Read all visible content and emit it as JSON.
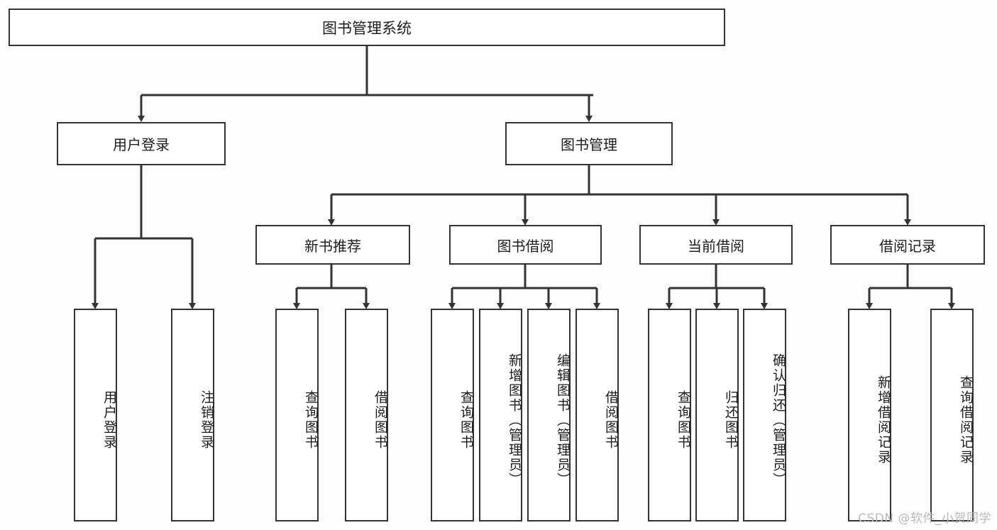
{
  "diagram": {
    "title": "图书管理系统",
    "type": "tree-hierarchy-diagram",
    "colors": {
      "background": "#fdfdfd",
      "node_fill": "#ffffff",
      "stroke": "#333333",
      "text": "#1c1c1c",
      "watermark": "#b9b9b9"
    },
    "root": {
      "label": "图书管理系统"
    },
    "level2": [
      {
        "label": "用户登录"
      },
      {
        "label": "图书管理"
      }
    ],
    "level3": [
      {
        "label": "新书推荐"
      },
      {
        "label": "图书借阅"
      },
      {
        "label": "当前借阅"
      },
      {
        "label": "借阅记录"
      }
    ],
    "leaves": {
      "user_login": [
        {
          "label": "用户登录"
        },
        {
          "label": "注销登录"
        }
      ],
      "new_book_recommend": [
        {
          "label": "查询图书"
        },
        {
          "label": "借阅图书"
        }
      ],
      "book_borrow": [
        {
          "label": "查询图书"
        },
        {
          "label": "新增图书（管理员）"
        },
        {
          "label": "编辑图书（管理员）"
        },
        {
          "label": "借阅图书"
        }
      ],
      "current_borrow": [
        {
          "label": "查询图书"
        },
        {
          "label": "归还图书"
        },
        {
          "label": "确认归还（管理员）"
        }
      ],
      "borrow_record": [
        {
          "label": "新增借阅记录"
        },
        {
          "label": "查询借阅记录"
        }
      ]
    }
  },
  "watermark": {
    "text": "CSDN @软件_小贺同学"
  }
}
